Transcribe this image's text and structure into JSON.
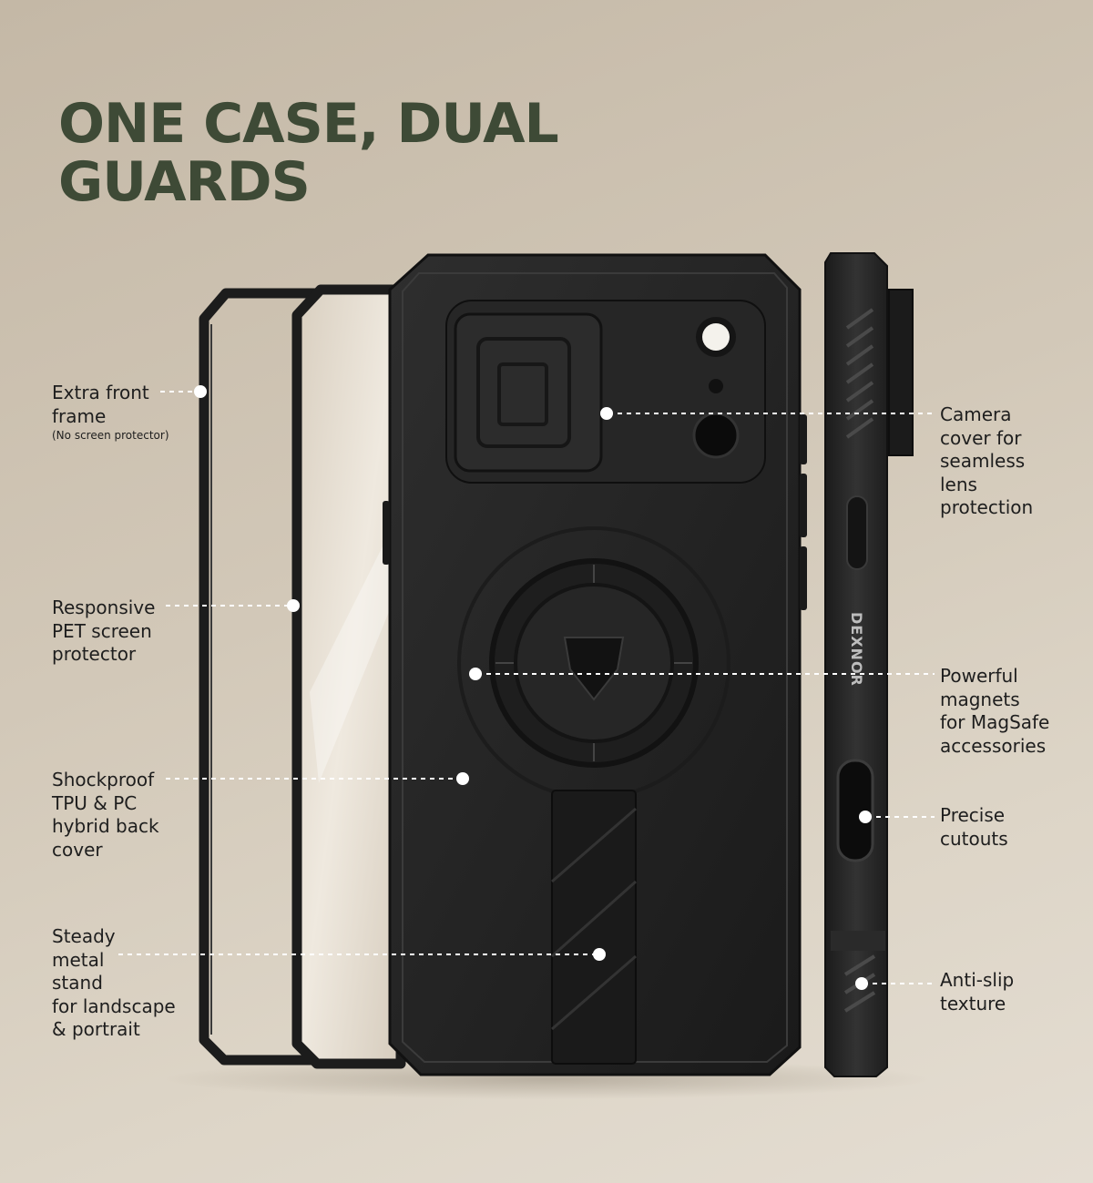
{
  "title": {
    "line1": "ONE CASE, DUAL",
    "line2": "GUARDS"
  },
  "brand_mark": "DEXNOR",
  "colors": {
    "title": "#3e4a36",
    "text": "#1e1e1e",
    "case": "#232323",
    "frame": "#1c1c1c"
  },
  "callouts": {
    "front_frame": {
      "lines": [
        "Extra front",
        "frame"
      ],
      "note": "(No screen protector)"
    },
    "screen_protector": {
      "lines": [
        "Responsive",
        "PET screen",
        "protector"
      ]
    },
    "back_cover": {
      "lines": [
        "Shockproof",
        "TPU & PC",
        "hybrid back",
        "cover"
      ]
    },
    "stand": {
      "lines": [
        "Steady",
        "metal",
        "stand",
        "for landscape",
        "& portrait"
      ]
    },
    "camera_cover": {
      "lines": [
        "Camera",
        "cover for",
        "seamless",
        "lens",
        "protection"
      ]
    },
    "magnets": {
      "lines": [
        "Powerful",
        "magnets",
        "for MagSafe",
        "accessories"
      ]
    },
    "cutouts": {
      "lines": [
        "Precise",
        "cutouts"
      ]
    },
    "anti_slip": {
      "lines": [
        "Anti-slip",
        "texture"
      ]
    }
  }
}
